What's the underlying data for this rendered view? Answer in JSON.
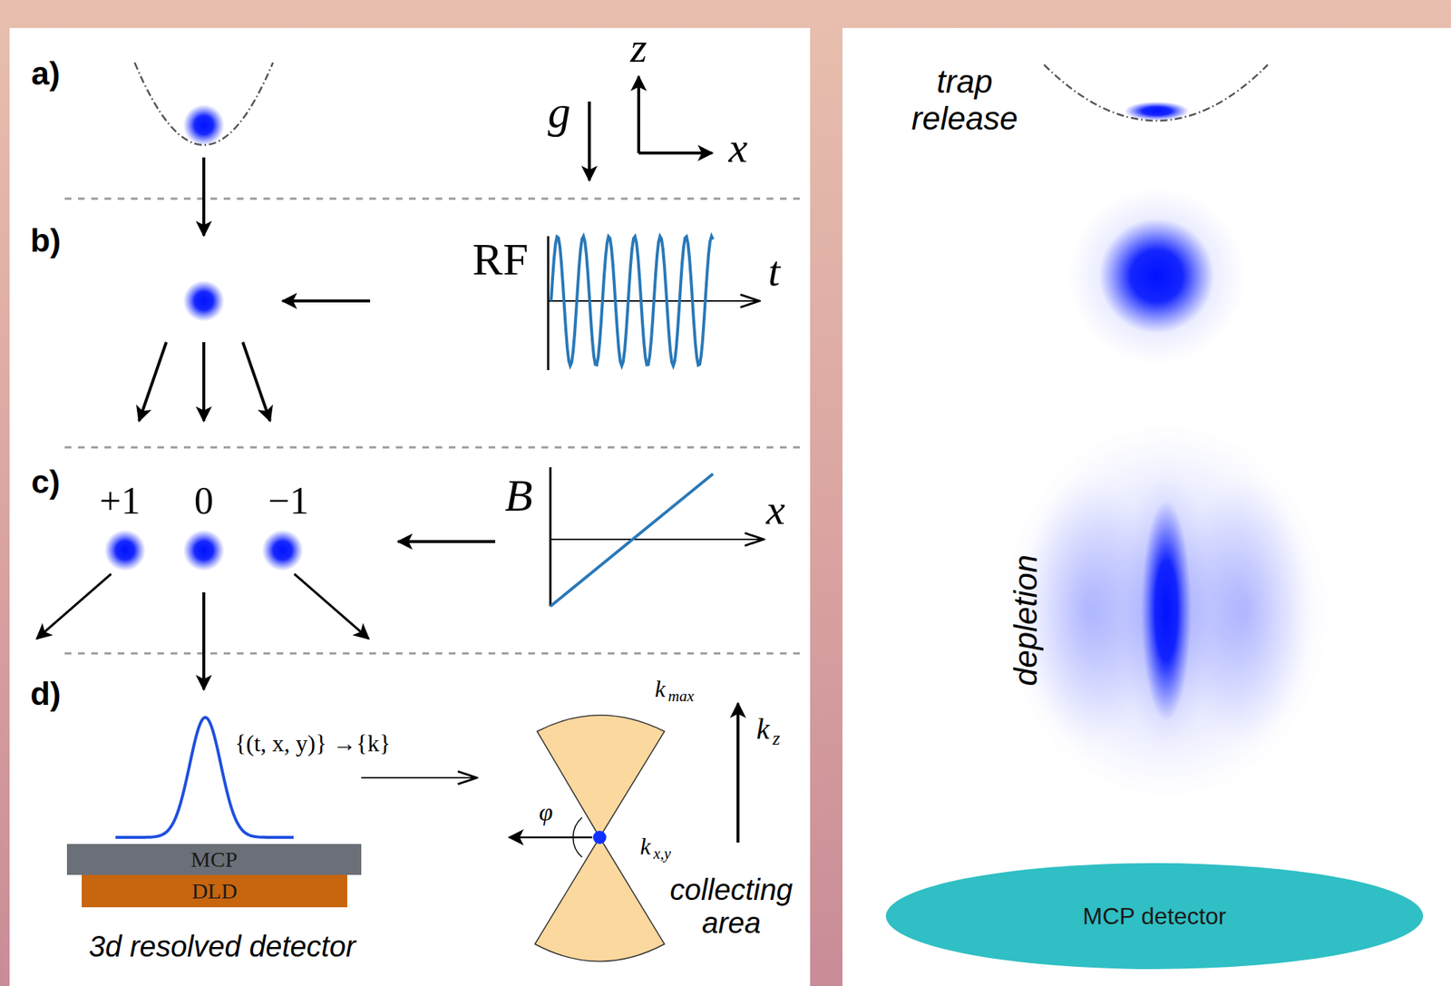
{
  "diagram": {
    "nodes": [
      {
        "text": [
          "MCP"
        ]
      },
      {
        "text": [
          "DLD"
        ]
      },
      {
        "text": [
          "MCP detector"
        ]
      }
    ],
    "labels": [
      "a)",
      "g",
      "z",
      "x",
      "b)",
      "RF",
      "t",
      "c)",
      "+1",
      "0",
      "−1",
      "B",
      "x",
      "d)",
      "{(t, x, y)} →{k}",
      "k",
      "max",
      "k",
      "z",
      "φ",
      "k",
      "x,y",
      "collecting area",
      "3d resolved detector",
      "trap release",
      "depletion"
    ]
  }
}
